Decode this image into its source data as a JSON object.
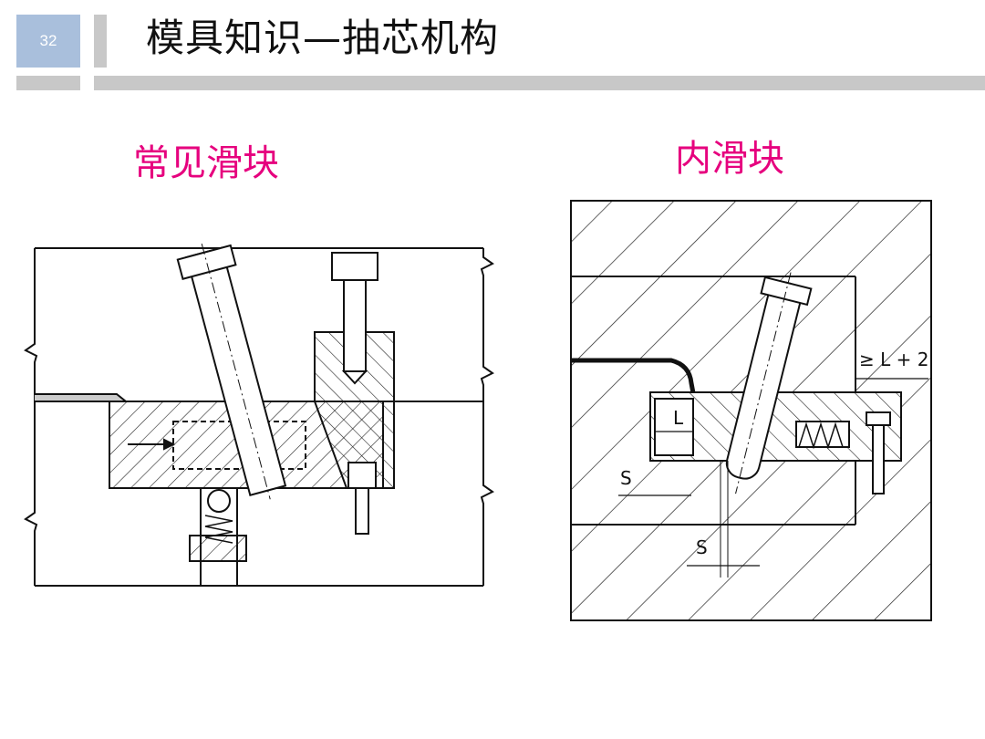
{
  "header": {
    "page_number": "32",
    "title": "模具知识—抽芯机构"
  },
  "captions": {
    "left": "常见滑块",
    "right": "内滑块"
  },
  "dimension_labels": {
    "gap_ge": "≥ L + 2",
    "travel": "L",
    "clearance_upper": "S",
    "clearance_lower": "S"
  },
  "colors": {
    "caption": "#e6007e",
    "page_number_box": "#a9bfdc",
    "rule": "#c8c8c8"
  }
}
